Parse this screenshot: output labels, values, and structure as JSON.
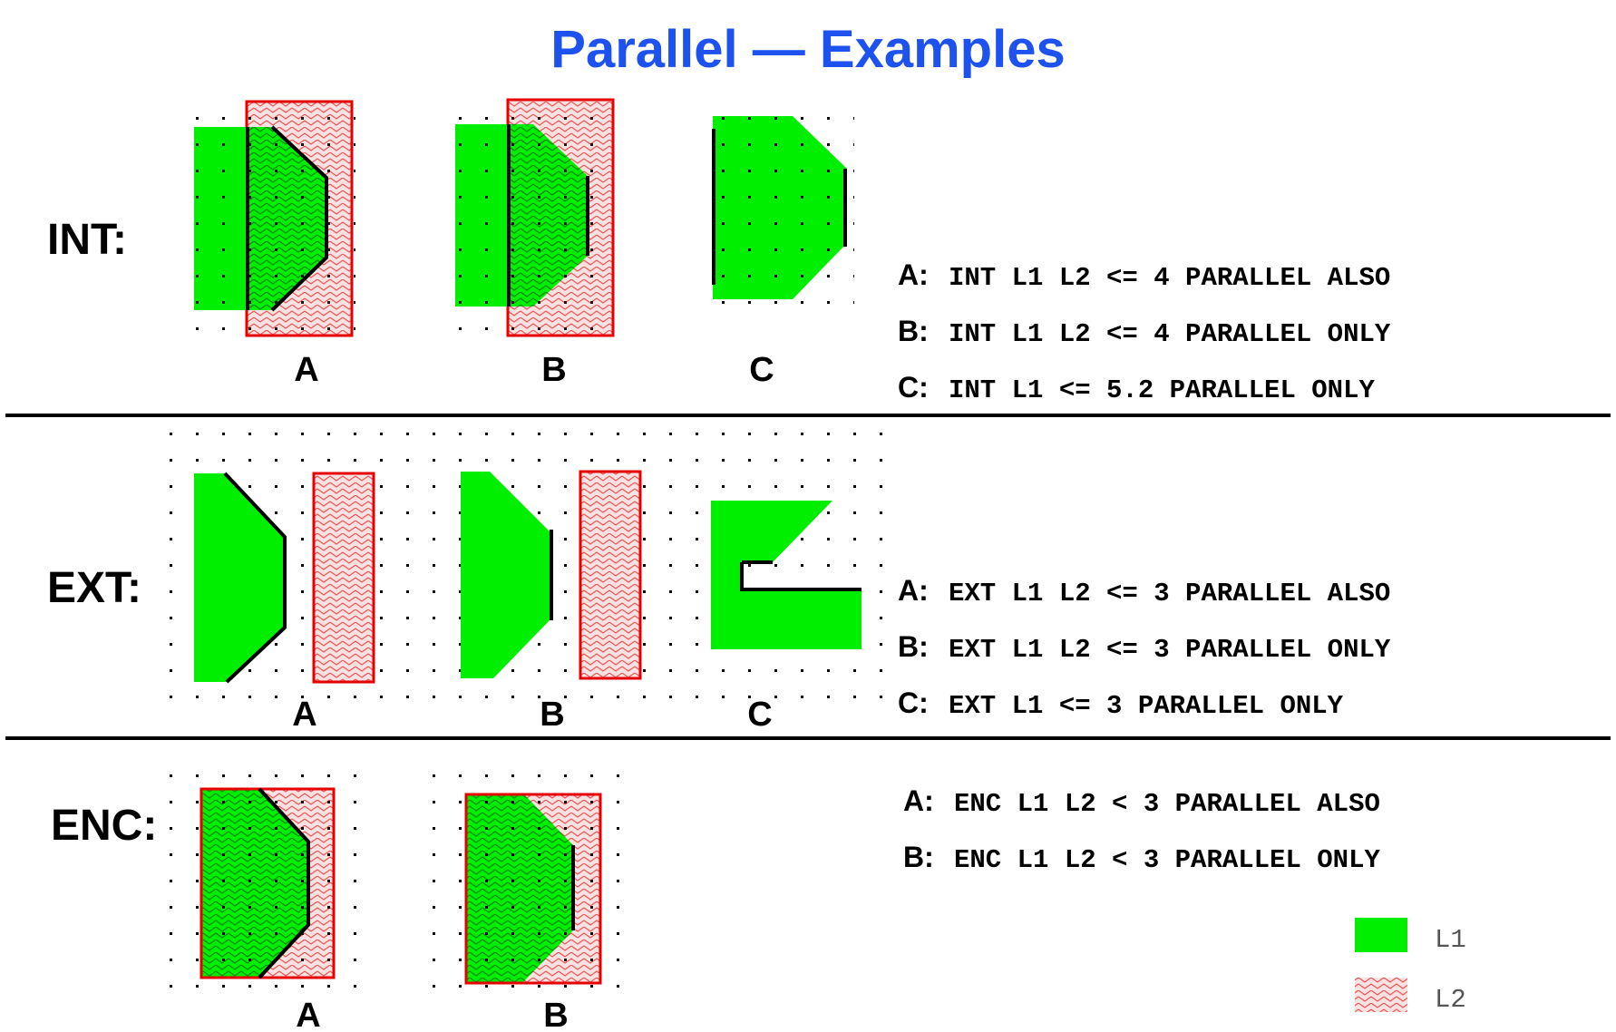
{
  "title": "Parallel — Examples",
  "colors": {
    "title": "#1e52ee",
    "L1": "#00ee00",
    "L2_stroke": "#e60000",
    "L2_hatch": "#ee6666",
    "edge": "#000000"
  },
  "sections": [
    {
      "label": "INT:",
      "figures": [
        "A",
        "B",
        "C"
      ],
      "rules": [
        {
          "key": "A:",
          "text": "INT L1 L2 <= 4 PARALLEL ALSO"
        },
        {
          "key": "B:",
          "text": "INT L1 L2 <= 4 PARALLEL ONLY"
        },
        {
          "key": "C:",
          "text": "INT L1 <= 5.2 PARALLEL ONLY"
        }
      ]
    },
    {
      "label": "EXT:",
      "figures": [
        "A",
        "B",
        "C"
      ],
      "rules": [
        {
          "key": "A:",
          "text": "EXT L1 L2 <= 3 PARALLEL ALSO"
        },
        {
          "key": "B:",
          "text": "EXT L1 L2 <= 3 PARALLEL ONLY"
        },
        {
          "key": "C:",
          "text": "EXT L1 <= 3 PARALLEL ONLY"
        }
      ]
    },
    {
      "label": "ENC:",
      "figures": [
        "A",
        "B"
      ],
      "rules": [
        {
          "key": "A:",
          "text": "ENC L1 L2 < 3 PARALLEL ALSO"
        },
        {
          "key": "B:",
          "text": "ENC L1 L2 < 3 PARALLEL ONLY"
        }
      ]
    }
  ],
  "legend": [
    {
      "name": "L1",
      "icon": "solid-green-swatch"
    },
    {
      "name": "L2",
      "icon": "red-hatched-swatch"
    }
  ]
}
